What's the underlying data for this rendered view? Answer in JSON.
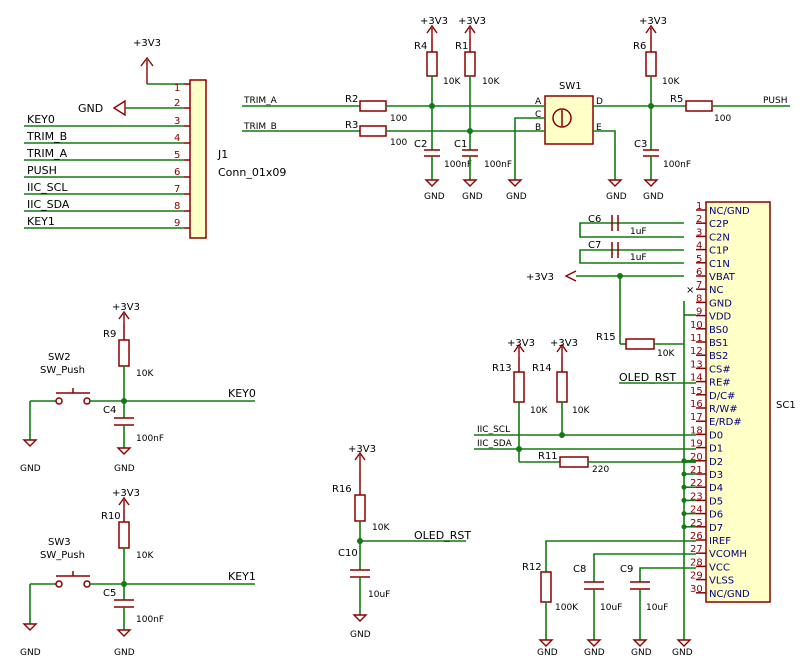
{
  "power": {
    "v33": "+3V3",
    "gnd": "GND"
  },
  "connector": {
    "ref": "J1",
    "value": "Conn_01x09",
    "pins": [
      "1",
      "2",
      "3",
      "4",
      "5",
      "6",
      "7",
      "8",
      "9"
    ],
    "nets": [
      "KEY0",
      "TRIM_B",
      "TRIM_A",
      "PUSH",
      "IIC_SCL",
      "IIC_SDA",
      "KEY1"
    ]
  },
  "encoder": {
    "ref": "SW1",
    "pins": [
      "A",
      "C",
      "B",
      "D",
      "E"
    ]
  },
  "nets": {
    "trim_a": "TRIM_A",
    "trim_b": "TRIM_B",
    "push": "PUSH",
    "key0": "KEY0",
    "key1": "KEY1",
    "oled_rst": "OLED_RST",
    "iic_scl": "IIC_SCL",
    "iic_sda": "IIC_SDA"
  },
  "resistors": {
    "r1": {
      "ref": "R1",
      "value": "10K"
    },
    "r2": {
      "ref": "R2",
      "value": "100"
    },
    "r3": {
      "ref": "R3",
      "value": "100"
    },
    "r4": {
      "ref": "R4",
      "value": "10K"
    },
    "r5": {
      "ref": "R5",
      "value": "100"
    },
    "r6": {
      "ref": "R6",
      "value": "10K"
    },
    "r9": {
      "ref": "R9",
      "value": "10K"
    },
    "r10": {
      "ref": "R10",
      "value": "10K"
    },
    "r11": {
      "ref": "R11",
      "value": "220"
    },
    "r12": {
      "ref": "R12",
      "value": "100K"
    },
    "r13": {
      "ref": "R13",
      "value": "10K"
    },
    "r14": {
      "ref": "R14",
      "value": "10K"
    },
    "r15": {
      "ref": "R15",
      "value": "10K"
    },
    "r16": {
      "ref": "R16",
      "value": "10K"
    }
  },
  "capacitors": {
    "c1": {
      "ref": "C1",
      "value": "100nF"
    },
    "c2": {
      "ref": "C2",
      "value": "100nF"
    },
    "c3": {
      "ref": "C3",
      "value": "100nF"
    },
    "c4": {
      "ref": "C4",
      "value": "100nF"
    },
    "c5": {
      "ref": "C5",
      "value": "100nF"
    },
    "c6": {
      "ref": "C6",
      "value": "1uF"
    },
    "c7": {
      "ref": "C7",
      "value": "1uF"
    },
    "c8": {
      "ref": "C8",
      "value": "10uF"
    },
    "c9": {
      "ref": "C9",
      "value": "10uF"
    },
    "c10": {
      "ref": "C10",
      "value": "10uF"
    }
  },
  "switches": {
    "sw2": {
      "ref": "SW2",
      "value": "SW_Push"
    },
    "sw3": {
      "ref": "SW3",
      "value": "SW_Push"
    }
  },
  "oled": {
    "ref": "SC1",
    "pins": [
      {
        "num": "1",
        "name": "NC/GND"
      },
      {
        "num": "2",
        "name": "C2P"
      },
      {
        "num": "3",
        "name": "C2N"
      },
      {
        "num": "4",
        "name": "C1P"
      },
      {
        "num": "5",
        "name": "C1N"
      },
      {
        "num": "6",
        "name": "VBAT"
      },
      {
        "num": "7",
        "name": "NC"
      },
      {
        "num": "8",
        "name": "GND"
      },
      {
        "num": "9",
        "name": "VDD"
      },
      {
        "num": "10",
        "name": "BS0"
      },
      {
        "num": "11",
        "name": "BS1"
      },
      {
        "num": "12",
        "name": "BS2"
      },
      {
        "num": "13",
        "name": "CS#"
      },
      {
        "num": "14",
        "name": "RE#"
      },
      {
        "num": "15",
        "name": "D/C#"
      },
      {
        "num": "16",
        "name": "R/W#"
      },
      {
        "num": "17",
        "name": "E/RD#"
      },
      {
        "num": "18",
        "name": "D0"
      },
      {
        "num": "19",
        "name": "D1"
      },
      {
        "num": "20",
        "name": "D2"
      },
      {
        "num": "21",
        "name": "D3"
      },
      {
        "num": "22",
        "name": "D4"
      },
      {
        "num": "23",
        "name": "D5"
      },
      {
        "num": "24",
        "name": "D6"
      },
      {
        "num": "25",
        "name": "D7"
      },
      {
        "num": "26",
        "name": "IREF"
      },
      {
        "num": "27",
        "name": "VCOMH"
      },
      {
        "num": "28",
        "name": "VCC"
      },
      {
        "num": "29",
        "name": "VLSS"
      },
      {
        "num": "30",
        "name": "NC/GND"
      }
    ]
  },
  "noconnect": "×"
}
